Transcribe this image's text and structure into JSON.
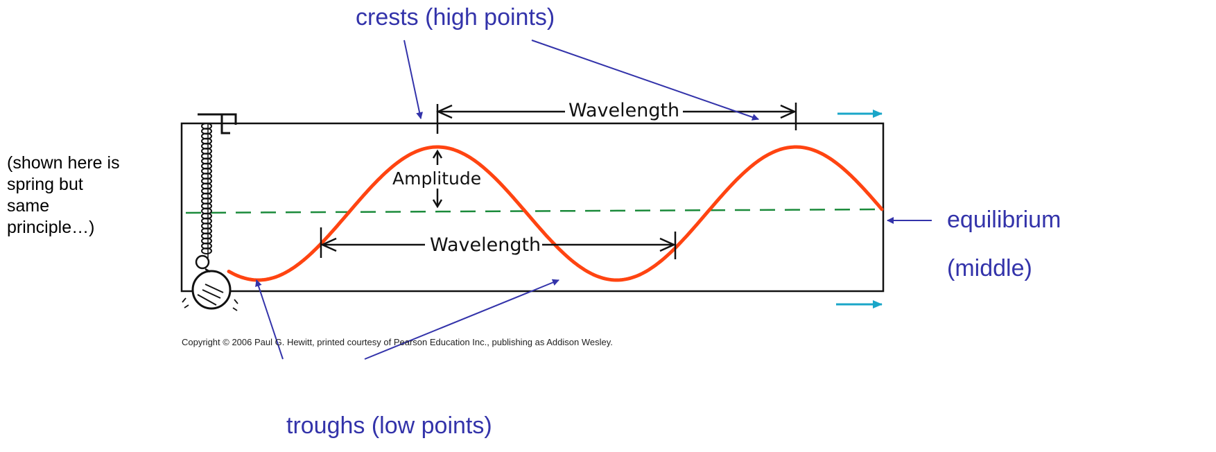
{
  "labels": {
    "crests": "crests (high points)",
    "troughs": "troughs (low points)",
    "equilibrium": "equilibrium",
    "middle": "(middle)",
    "side_note_lines": [
      "(shown here is",
      "spring but",
      "same",
      "principle…)"
    ]
  },
  "figure": {
    "wavelength_label": "Wavelength",
    "amplitude_label": "Amplitude",
    "copyright": "Copyright © 2006 Paul G. Hewitt, printed courtesy of Pearson Education Inc., publishing as Addison Wesley."
  },
  "colors": {
    "annotation": "#3333aa",
    "wave": "#ff4411",
    "equilibrium_line": "#1a8a3a",
    "motion_arrow": "#1aa6c8"
  }
}
